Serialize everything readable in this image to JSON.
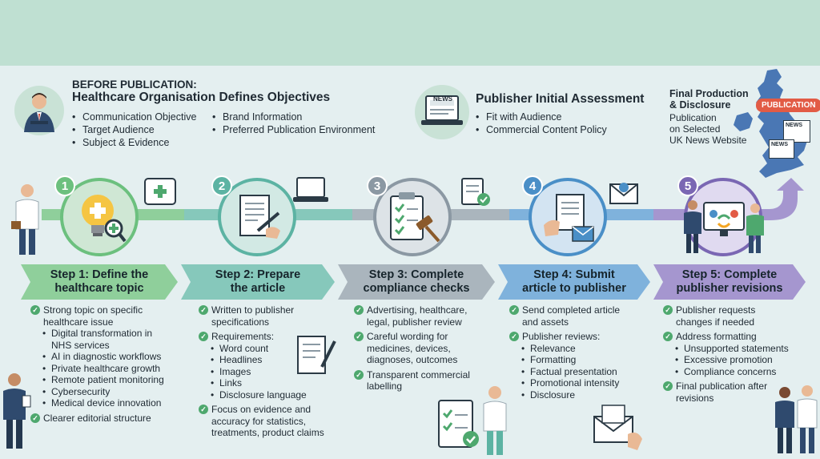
{
  "before": {
    "title_line1": "BEFORE PUBLICATION:",
    "title_line2": "Healthcare Organisation Defines Objectives",
    "col1": [
      "Communication Objective",
      "Target Audience",
      "Subject & Evidence"
    ],
    "col2": [
      "Brand Information",
      "Preferred Publication Environment"
    ]
  },
  "assessment": {
    "icon_label": "NEWS",
    "title": "Publisher Initial Assessment",
    "items": [
      "Fit with Audience",
      "Commercial Content Policy"
    ]
  },
  "final": {
    "title_line1": "Final Production",
    "title_line2": "& Disclosure",
    "sub_line1": "Publication",
    "sub_line2": "on Selected",
    "sub_line3": "UK News Website",
    "badge": "PUBLICATION",
    "news_label": "NEWS"
  },
  "steps": [
    {
      "number": "1",
      "title_line1": "Step 1: Define the",
      "title_line2": "healthcare topic",
      "color": "#6cc07e",
      "banner_color": "#8fcf9b",
      "items": [
        {
          "type": "check",
          "text": "Strong topic on specific"
        },
        {
          "type": "cont",
          "text": "healthcare issue"
        },
        {
          "type": "sub",
          "text": "Digital transformation in"
        },
        {
          "type": "subcont",
          "text": "NHS services"
        },
        {
          "type": "sub",
          "text": "AI in diagnostic workflows"
        },
        {
          "type": "sub",
          "text": "Private healthcare growth"
        },
        {
          "type": "sub",
          "text": "Remote patient monitoring"
        },
        {
          "type": "sub",
          "text": "Cybersecurity"
        },
        {
          "type": "sub",
          "text": "Medical device innovation"
        },
        {
          "type": "check",
          "text": "Clearer editorial structure"
        }
      ]
    },
    {
      "number": "2",
      "title_line1": "Step 2: Prepare",
      "title_line2": "the article",
      "color": "#5cb3a3",
      "banner_color": "#86c8bb",
      "items": [
        {
          "type": "check",
          "text": "Written to publisher"
        },
        {
          "type": "cont",
          "text": "specifications"
        },
        {
          "type": "check",
          "text": "Requirements:"
        },
        {
          "type": "sub",
          "text": "Word count"
        },
        {
          "type": "sub",
          "text": "Headlines"
        },
        {
          "type": "sub",
          "text": "Images"
        },
        {
          "type": "sub",
          "text": "Links"
        },
        {
          "type": "sub",
          "text": "Disclosure language"
        },
        {
          "type": "check",
          "text": "Focus on evidence and"
        },
        {
          "type": "cont",
          "text": "accuracy for statistics,"
        },
        {
          "type": "cont",
          "text": "treatments, product claims"
        }
      ]
    },
    {
      "number": "3",
      "title_line1": "Step 3: Complete",
      "title_line2": "compliance checks",
      "color": "#8b98a3",
      "banner_color": "#aab5bd",
      "items": [
        {
          "type": "check",
          "text": "Advertising, healthcare,"
        },
        {
          "type": "cont",
          "text": "legal, publisher review"
        },
        {
          "type": "check",
          "text": "Careful wording for"
        },
        {
          "type": "cont",
          "text": "medicines, devices,"
        },
        {
          "type": "cont",
          "text": "diagnoses, outcomes"
        },
        {
          "type": "check",
          "text": "Transparent commercial"
        },
        {
          "type": "cont",
          "text": "labelling"
        }
      ]
    },
    {
      "number": "4",
      "title_line1": "Step 4: Submit",
      "title_line2": "article to publisher",
      "color": "#4a8fc7",
      "banner_color": "#7fb2dc",
      "items": [
        {
          "type": "check",
          "text": "Send completed article"
        },
        {
          "type": "cont",
          "text": "and assets"
        },
        {
          "type": "check",
          "text": "Publisher reviews:"
        },
        {
          "type": "sub",
          "text": "Relevance"
        },
        {
          "type": "sub",
          "text": "Formatting"
        },
        {
          "type": "sub",
          "text": "Factual presentation"
        },
        {
          "type": "sub",
          "text": "Promotional intensity"
        },
        {
          "type": "sub",
          "text": "Disclosure"
        }
      ]
    },
    {
      "number": "5",
      "title_line1": "Step 5: Complete",
      "title_line2": "publisher revisions",
      "color": "#7a67b3",
      "banner_color": "#a596cf",
      "items": [
        {
          "type": "check",
          "text": "Publisher requests"
        },
        {
          "type": "cont",
          "text": "changes if needed"
        },
        {
          "type": "check",
          "text": "Address formatting"
        },
        {
          "type": "sub",
          "text": "Unsupported statements"
        },
        {
          "type": "sub",
          "text": "Excessive promotion"
        },
        {
          "type": "sub",
          "text": "Compliance concerns"
        },
        {
          "type": "check",
          "text": "Final publication after"
        },
        {
          "type": "cont",
          "text": "revisions"
        }
      ]
    }
  ],
  "colors": {
    "top_band": "#bfe0d2",
    "background": "#e4eff0",
    "check": "#4ea86e",
    "badge": "#e25b45",
    "map": "#4a77b4"
  },
  "icons": [
    "businessman-icon",
    "newspaper-laptop-icon",
    "uk-map-icon",
    "lightbulb-icon",
    "document-pen-icon",
    "clipboard-gavel-icon",
    "article-envelope-icon",
    "dashboard-icon",
    "first-aid-kit-icon",
    "laptop-icon",
    "email-icon",
    "doctor-icon",
    "nurse-icon"
  ]
}
